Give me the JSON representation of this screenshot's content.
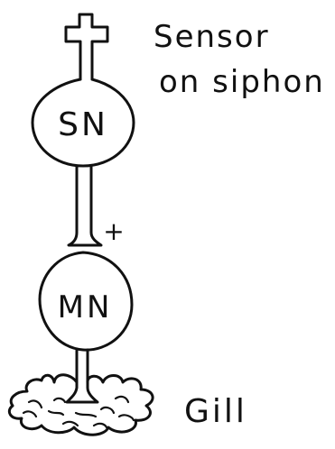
{
  "diagram": {
    "sensor_label_line1": "Sensor",
    "sensor_label_line2": "on siphon",
    "sensory_neuron_label": "SN",
    "synapse_sign": "+",
    "motor_neuron_label": "MN",
    "gill_label": "Gill",
    "ink_color": "#111111",
    "background_color": "#ffffff"
  }
}
